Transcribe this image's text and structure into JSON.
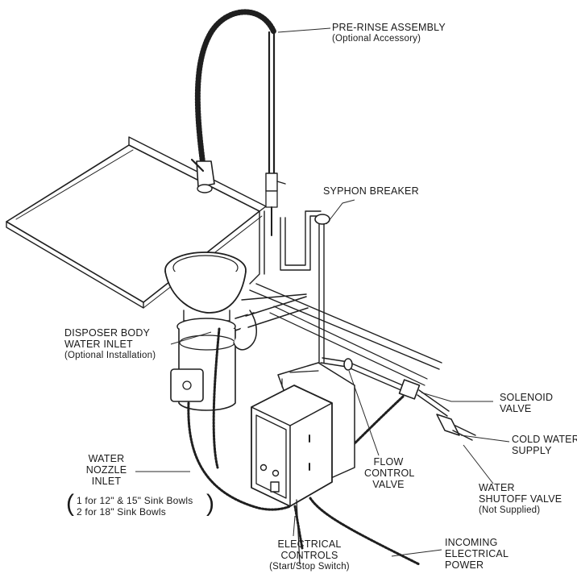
{
  "labels": {
    "pre_rinse": {
      "line1": "PRE-RINSE ASSEMBLY",
      "line2": "(Optional Accessory)"
    },
    "syphon_breaker": {
      "line1": "SYPHON BREAKER"
    },
    "disposer_inlet": {
      "line1": "DISPOSER BODY",
      "line2": "WATER INLET",
      "line3": "(Optional Installation)"
    },
    "solenoid": {
      "line1": "SOLENOID",
      "line2": "VALVE"
    },
    "cold_water": {
      "line1": "COLD WATER",
      "line2": "SUPPLY"
    },
    "flow_control": {
      "line1": "FLOW",
      "line2": "CONTROL",
      "line3": "VALVE"
    },
    "shutoff": {
      "line1": "WATER",
      "line2": "SHUTOFF VALVE",
      "line3": "(Not Supplied)"
    },
    "nozzle": {
      "line1": "WATER",
      "line2": "NOZZLE",
      "line3": "INLET"
    },
    "sink_bowls": {
      "line1": "1 for 12\" & 15\" Sink Bowls",
      "line2": "2 for 18\" Sink Bowls"
    },
    "controls": {
      "line1": "ELECTRICAL",
      "line2": "CONTROLS",
      "line3": "(Start/Stop Switch)"
    },
    "power": {
      "line1": "INCOMING",
      "line2": "ELECTRICAL",
      "line3": "POWER"
    }
  }
}
